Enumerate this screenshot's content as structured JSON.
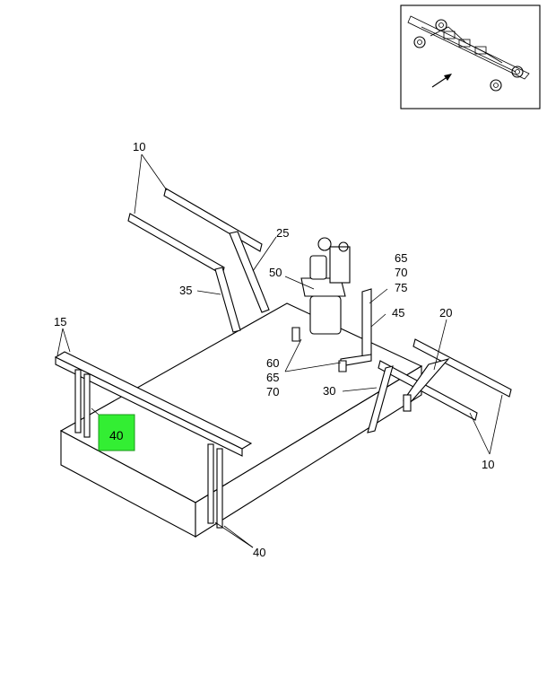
{
  "callouts": {
    "c10_top": "10",
    "c25": "25",
    "c65_top": "65",
    "c70_top": "70",
    "c75": "75",
    "c50": "50",
    "c35": "35",
    "c45": "45",
    "c20": "20",
    "c15": "15",
    "c60": "60",
    "c65_mid": "65",
    "c70_mid": "70",
    "c30": "30",
    "c40_highlight": "40",
    "c10_right": "10",
    "c40_bottom": "40"
  },
  "colors": {
    "highlight": "#33ee33",
    "line": "#000000",
    "background": "#ffffff"
  }
}
